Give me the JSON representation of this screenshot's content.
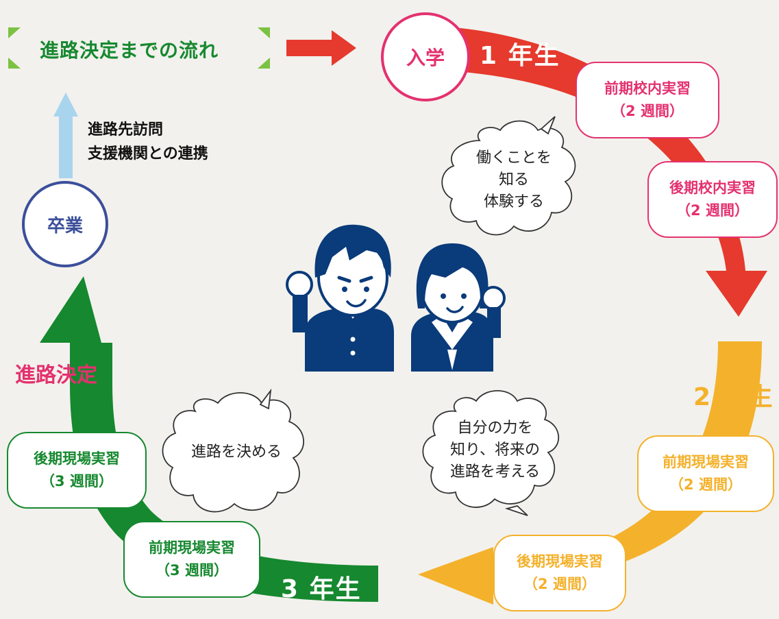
{
  "title": "進路決定までの流れ",
  "colors": {
    "red": "#e53a2d",
    "orange": "#f4b12b",
    "green": "#16882f",
    "blue": "#3b4f9a",
    "lightblue": "#a8d4ee",
    "pink": "#e4316f",
    "bg": "#f2f1ed",
    "figure": "#0a3b7a"
  },
  "side_note": {
    "lines": [
      "進路先訪問",
      "支援機関との連携"
    ]
  },
  "graduation": "卒業",
  "entrance": "入学",
  "years": {
    "first": "1 年生",
    "second": "2 年生",
    "third": "3 年生"
  },
  "career_decided": "進路決定",
  "stages": {
    "first_early": {
      "name": "前期校内実習",
      "duration": "（2 週間）"
    },
    "first_late": {
      "name": "後期校内実習",
      "duration": "（2 週間）"
    },
    "second_early": {
      "name": "前期現場実習",
      "duration": "（2 週間）"
    },
    "second_late": {
      "name": "後期現場実習",
      "duration": "（2 週間）"
    },
    "third_early": {
      "name": "前期現場実習",
      "duration": "（3 週間）"
    },
    "third_late": {
      "name": "後期現場実習",
      "duration": "（3 週間）"
    }
  },
  "bubbles": {
    "year1": [
      "働くことを",
      "知る",
      "体験する"
    ],
    "year2": [
      "自分の力を",
      "知り、将来の",
      "進路を考える"
    ],
    "year3": [
      "進路を決める"
    ]
  }
}
